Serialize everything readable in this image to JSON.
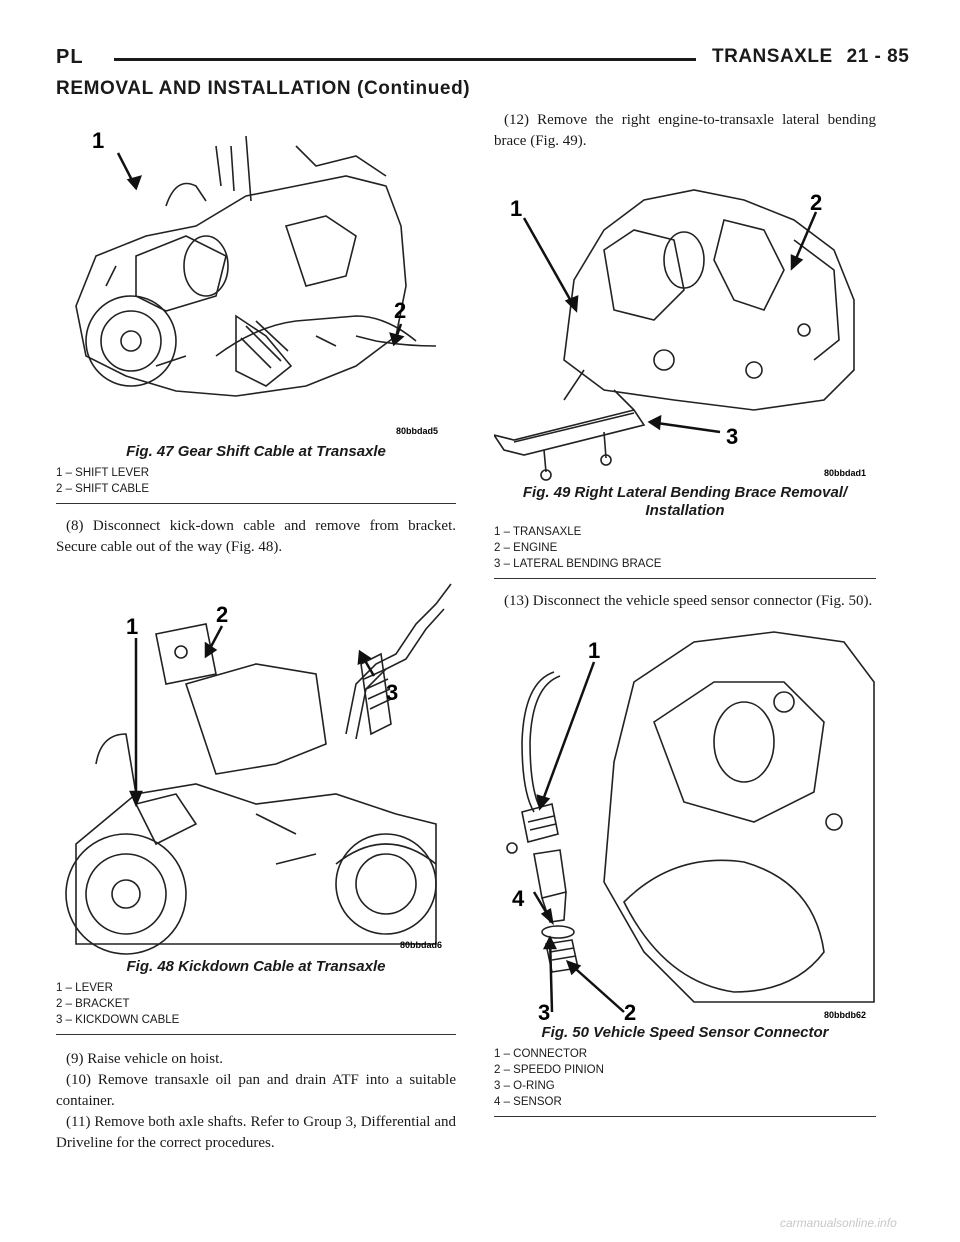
{
  "header": {
    "left": "PL",
    "title": "TRANSAXLE",
    "page": "21 - 85"
  },
  "section_title": "REMOVAL AND INSTALLATION (Continued)",
  "figures": {
    "fig47": {
      "title": "Fig. 47 Gear Shift Cable at Transaxle",
      "code": "80bbdad5",
      "callouts": [
        "1",
        "2"
      ],
      "legend": [
        "1 – SHIFT LEVER",
        "2 – SHIFT CABLE"
      ]
    },
    "fig48": {
      "title": "Fig. 48 Kickdown Cable at Transaxle",
      "code": "80bbdad6",
      "callouts": [
        "1",
        "2",
        "3"
      ],
      "legend": [
        "1 – LEVER",
        "2 – BRACKET",
        "3 – KICKDOWN CABLE"
      ]
    },
    "fig49": {
      "title_line1": "Fig. 49 Right Lateral Bending Brace Removal/",
      "title_line2": "Installation",
      "code": "80bbdad1",
      "callouts": [
        "1",
        "2",
        "3"
      ],
      "legend": [
        "1 – TRANSAXLE",
        "2 – ENGINE",
        "3 – LATERAL BENDING BRACE"
      ]
    },
    "fig50": {
      "title": "Fig. 50 Vehicle Speed Sensor Connector",
      "code": "80bbdb62",
      "callouts": [
        "1",
        "4",
        "3",
        "2"
      ],
      "legend": [
        "1 – CONNECTOR",
        "2 – SPEEDO PINION",
        "3 – O-RING",
        "4 – SENSOR"
      ]
    }
  },
  "steps": {
    "s8": "(8) Disconnect kick-down cable and remove from bracket. Secure cable out of the way (Fig. 48).",
    "s9": "(9) Raise vehicle on hoist.",
    "s10": "(10) Remove transaxle oil pan and drain ATF into a suitable container.",
    "s11": "(11) Remove both axle shafts. Refer to Group 3, Differential and Driveline for the correct procedures.",
    "s12": "(12) Remove the right engine-to-transaxle lateral bending brace (Fig. 49).",
    "s13": "(13) Disconnect the vehicle speed sensor connector (Fig. 50)."
  },
  "watermark": "carmanualsonline.info"
}
